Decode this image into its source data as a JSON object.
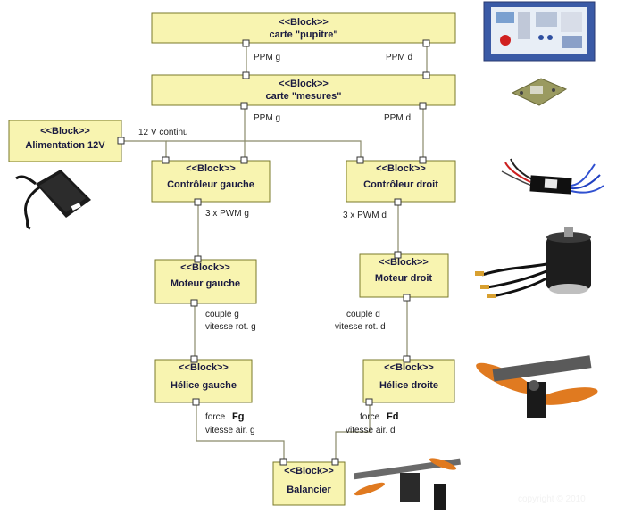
{
  "stereotype": "<<Block>>",
  "blocks": {
    "pupitre": "carte \"pupitre\"",
    "mesures": "carte \"mesures\"",
    "alimentation": "Alimentation 12V",
    "ctrl_gauche": "Contrôleur gauche",
    "ctrl_droit": "Contrôleur droit",
    "moteur_gauche": "Moteur gauche",
    "moteur_droit": "Moteur droit",
    "helice_gauche": "Hélice gauche",
    "helice_droite": "Hélice droite",
    "balancier": "Balancier"
  },
  "flows": {
    "ppm_g_top": "PPM g",
    "ppm_d_top": "PPM d",
    "ppm_g_mid": "PPM g",
    "ppm_d_mid": "PPM d",
    "continu": "12 V continu",
    "pwm_g": "3 x PWM  g",
    "pwm_d": "3 x PWM d",
    "couple_g": "couple g",
    "vitesse_rot_g": "vitesse rot. g",
    "couple_d": "couple d",
    "vitesse_rot_d": "vitesse rot. d",
    "force_g_prefix": "force",
    "force_g_sym": "Fg",
    "vitesse_air_g": "vitesse air. g",
    "force_d_prefix": "force",
    "force_d_sym": "Fd",
    "vitesse_air_d": "vitesse air. d"
  },
  "photos": {
    "pupitre_board": "control-panel-photo",
    "mesures_board": "circuit-board-photo",
    "power_supply": "power-adapter-photo",
    "esc": "speed-controller-photo",
    "motor": "brushless-motor-photo",
    "propeller": "propeller-photo",
    "balancier": "balance-arm-photo"
  },
  "copyright": "copyright © 2010",
  "colors": {
    "block_fill": "#f8f4b0",
    "block_stroke": "#7a7a2a",
    "connector": "#8a8a6a"
  }
}
